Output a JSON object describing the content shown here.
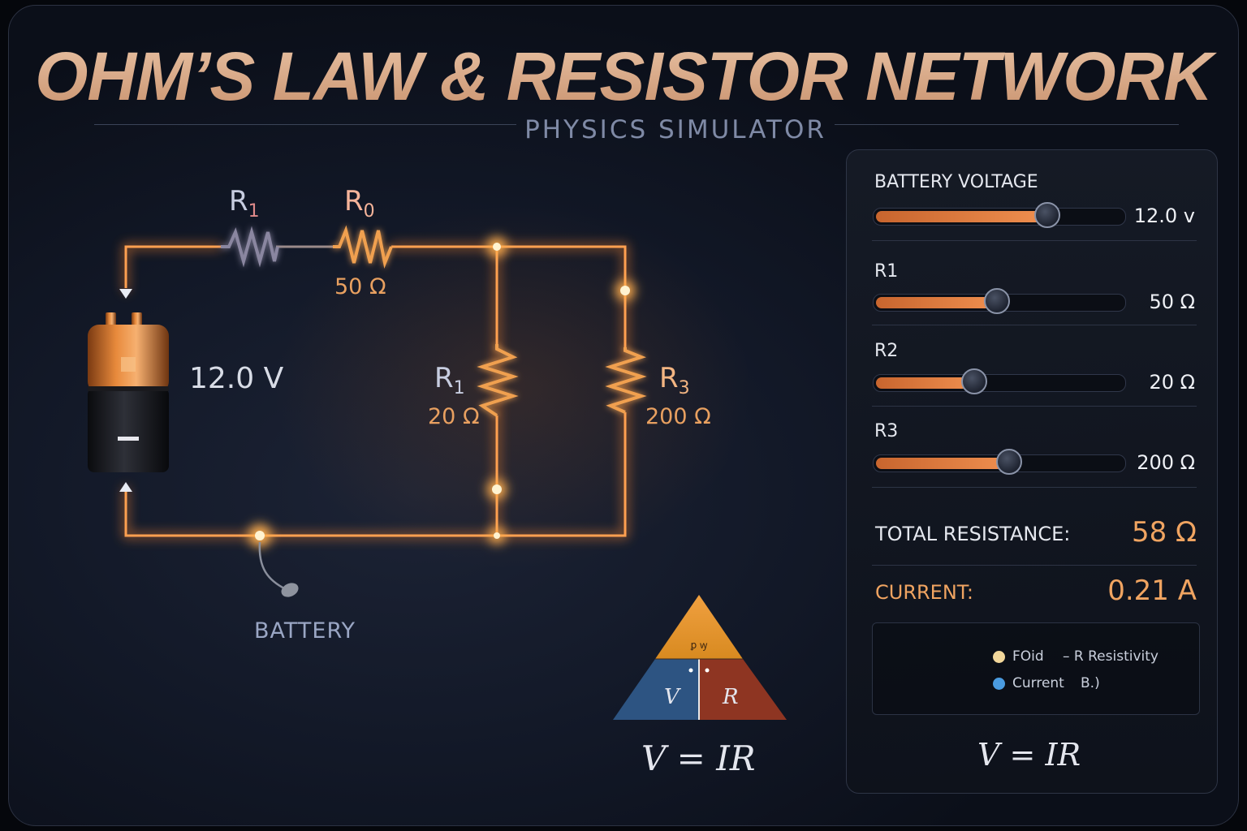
{
  "header": {
    "title": "OHM’S LAW & RESISTOR NETWORK",
    "subtitle": "PHYSICS SIMULATOR"
  },
  "circuit": {
    "resistors": [
      {
        "label": "R1",
        "sub": "1",
        "main": "R",
        "value": ""
      },
      {
        "label": "R0",
        "sub": "0",
        "main": "R",
        "value": "50 Ω"
      },
      {
        "label": "R1",
        "sub": "1",
        "main": "R",
        "value": "20 Ω"
      },
      {
        "label": "R3",
        "sub": "3",
        "main": "R",
        "value": "200 Ω"
      }
    ],
    "battery_voltage": "12.0 V",
    "battery_symbol": "–",
    "battery_caption": "BATTERY"
  },
  "triangle": {
    "top": "ꝑ ꝡ",
    "left": "V",
    "right": "R",
    "formula": "V = IR"
  },
  "controls": {
    "sliders": [
      {
        "label": "BATTERY VOLTAGE",
        "value_text": "12.0 v",
        "fraction": 0.69
      },
      {
        "label": "R1",
        "value_text": "50 Ω",
        "fraction": 0.49
      },
      {
        "label": "R2",
        "value_text": "20 Ω",
        "fraction": 0.4
      },
      {
        "label": "R3",
        "value_text": "200 Ω",
        "fraction": 0.54
      }
    ],
    "total_resistance": {
      "label": "TOTAL RESISTANCE:",
      "value": "58 Ω"
    },
    "current": {
      "label": "CURRENT:",
      "value": "0.21 A"
    },
    "legend": [
      {
        "dot_color": "#f2d79a",
        "text": "FOid",
        "extra": "– R Resistivity"
      },
      {
        "dot_color": "#4a9be0",
        "text": "Current",
        "extra": "B.)"
      }
    ],
    "formula": "V = IR"
  },
  "colors": {
    "accent": "#f09050",
    "glow": "#ffb050",
    "panel_bg": "#161b26"
  }
}
